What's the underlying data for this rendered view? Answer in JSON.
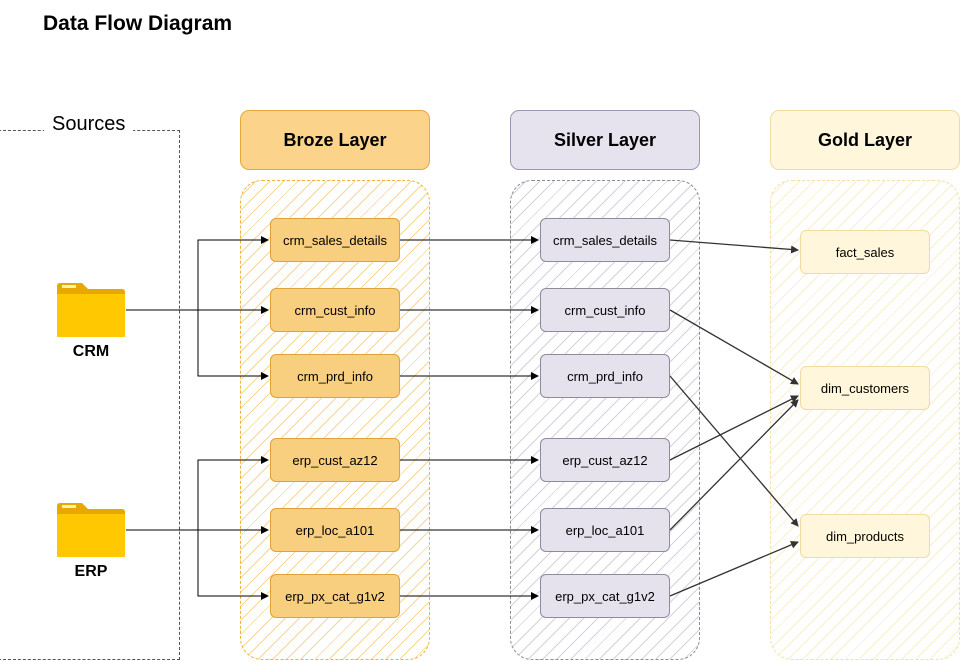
{
  "title": "Data Flow Diagram",
  "sources": {
    "label": "Sources",
    "systems": [
      {
        "name": "CRM",
        "icon": "folder-icon"
      },
      {
        "name": "ERP",
        "icon": "folder-icon"
      }
    ]
  },
  "layers": {
    "bronze": {
      "title": "Broze Layer",
      "nodes": [
        "crm_sales_details",
        "crm_cust_info",
        "crm_prd_info",
        "erp_cust_az12",
        "erp_loc_a101",
        "erp_px_cat_g1v2"
      ]
    },
    "silver": {
      "title": "Silver Layer",
      "nodes": [
        "crm_sales_details",
        "crm_cust_info",
        "crm_prd_info",
        "erp_cust_az12",
        "erp_loc_a101",
        "erp_px_cat_g1v2"
      ]
    },
    "gold": {
      "title": "Gold Layer",
      "nodes": [
        "fact_sales",
        "dim_customers",
        "dim_products"
      ]
    }
  },
  "colors": {
    "bronze_fill": "#f8cf7f",
    "silver_fill": "#e5e2ee",
    "gold_fill": "#fff6dc",
    "folder": "#ffc800"
  }
}
